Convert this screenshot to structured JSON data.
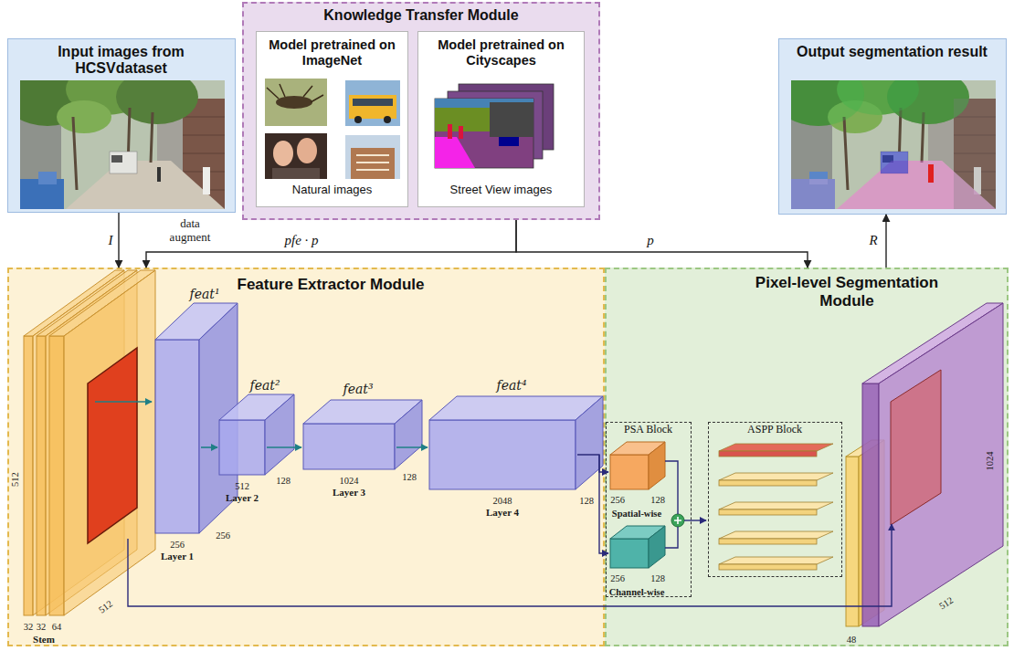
{
  "diagram": {
    "nodes": [
      {
        "text": [
          "Input images from HCSVdataset"
        ]
      },
      {
        "text": [
          "Knowledge Transfer Module"
        ]
      },
      {
        "text": [
          "Model pretrained on ImageNet",
          "Natural images"
        ],
        "in": 1
      },
      {
        "text": [
          "Model pretrained on Cityscapes",
          "Street View images"
        ],
        "in": 1
      },
      {
        "text": [
          "Output segmentation result"
        ]
      },
      {
        "text": [
          "Feature Extractor Module"
        ]
      },
      {
        "text": [
          "Pixel-level Segmentation Module"
        ]
      },
      {
        "text": [
          "PSA Block"
        ],
        "in": 6
      },
      {
        "text": [
          "ASPP Block"
        ],
        "in": 6
      }
    ],
    "edges": [
      {
        "from": 0,
        "to": 5,
        "label": "I",
        "arrow": "to"
      },
      {
        "from": 1,
        "to": 5,
        "label": "pfe · p",
        "arrow": "to"
      },
      {
        "from": 1,
        "to": 6,
        "label": "p",
        "arrow": "to"
      },
      {
        "from": 6,
        "to": 4,
        "label": "R",
        "arrow": "to"
      }
    ],
    "labels": [
      "data augment",
      "feat¹",
      "feat²",
      "feat³",
      "feat⁴",
      "32",
      "32",
      "64",
      "Stem",
      "512",
      "512",
      "256",
      "Layer 1",
      "256",
      "512",
      "Layer 2",
      "128",
      "1024",
      "Layer 3",
      "128",
      "2048",
      "Layer 4",
      "128",
      "256",
      "128",
      "Spatial-wise",
      "256",
      "128",
      "Channel-wise",
      "48",
      "512",
      "1024"
    ]
  }
}
